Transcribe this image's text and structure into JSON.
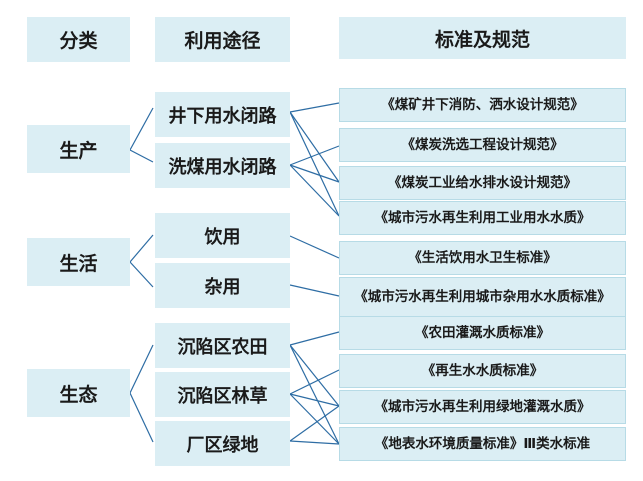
{
  "headers": {
    "category": "分类",
    "route": "利用途径",
    "standard": "标准及规范"
  },
  "categories": [
    "生产",
    "生活",
    "生态"
  ],
  "routes": [
    "井下用水闭路",
    "洗煤用水闭路",
    "饮用",
    "杂用",
    "沉陷区农田",
    "沉陷区林草",
    "厂区绿地"
  ],
  "standards": [
    "《煤矿井下消防、洒水设计规范》",
    "《煤炭洗选工程设计规范》",
    "《煤炭工业给水排水设计规范》",
    "《城市污水再生利用工业用水水质》",
    "《生活饮用水卫生标准》",
    "《城市污水再生利用城市杂用水水质标准》",
    "《农田灌溉水质标准》",
    "《再生水水质标准》",
    "《城市污水再生利用绿地灌溉水质》",
    "《地表水环境质量标准》Ⅲ类水标准"
  ],
  "colors": {
    "box_fill": "#dbeef4",
    "box_border": "#b7dbe6",
    "line": "#2e6da4"
  }
}
